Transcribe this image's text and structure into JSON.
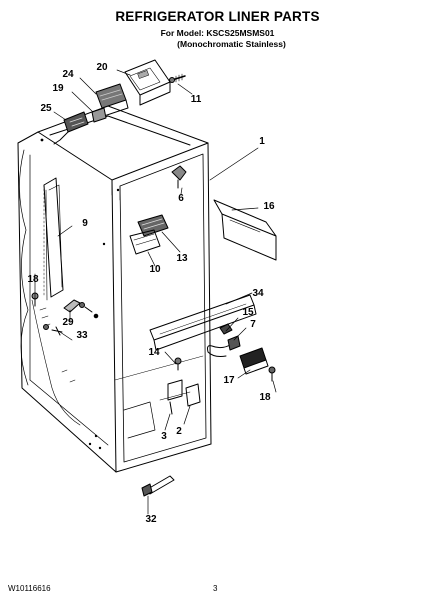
{
  "header": {
    "title": "REFRIGERATOR LINER PARTS",
    "model_line": "For Model: KSCS25MSMS01",
    "variant_line": "(Monochromatic Stainless)"
  },
  "callouts": {
    "c1": "1",
    "c2": "2",
    "c3": "3",
    "c6": "6",
    "c7": "7",
    "c9": "9",
    "c10": "10",
    "c11": "11",
    "c13": "13",
    "c14": "14",
    "c15": "15",
    "c16": "16",
    "c17": "17",
    "c18a": "18",
    "c18b": "18",
    "c19": "19",
    "c20": "20",
    "c24": "24",
    "c25": "25",
    "c29": "29",
    "c32": "32",
    "c33": "33",
    "c34": "34"
  },
  "footer": {
    "doc_number": "W10116616",
    "page_number": "3"
  }
}
